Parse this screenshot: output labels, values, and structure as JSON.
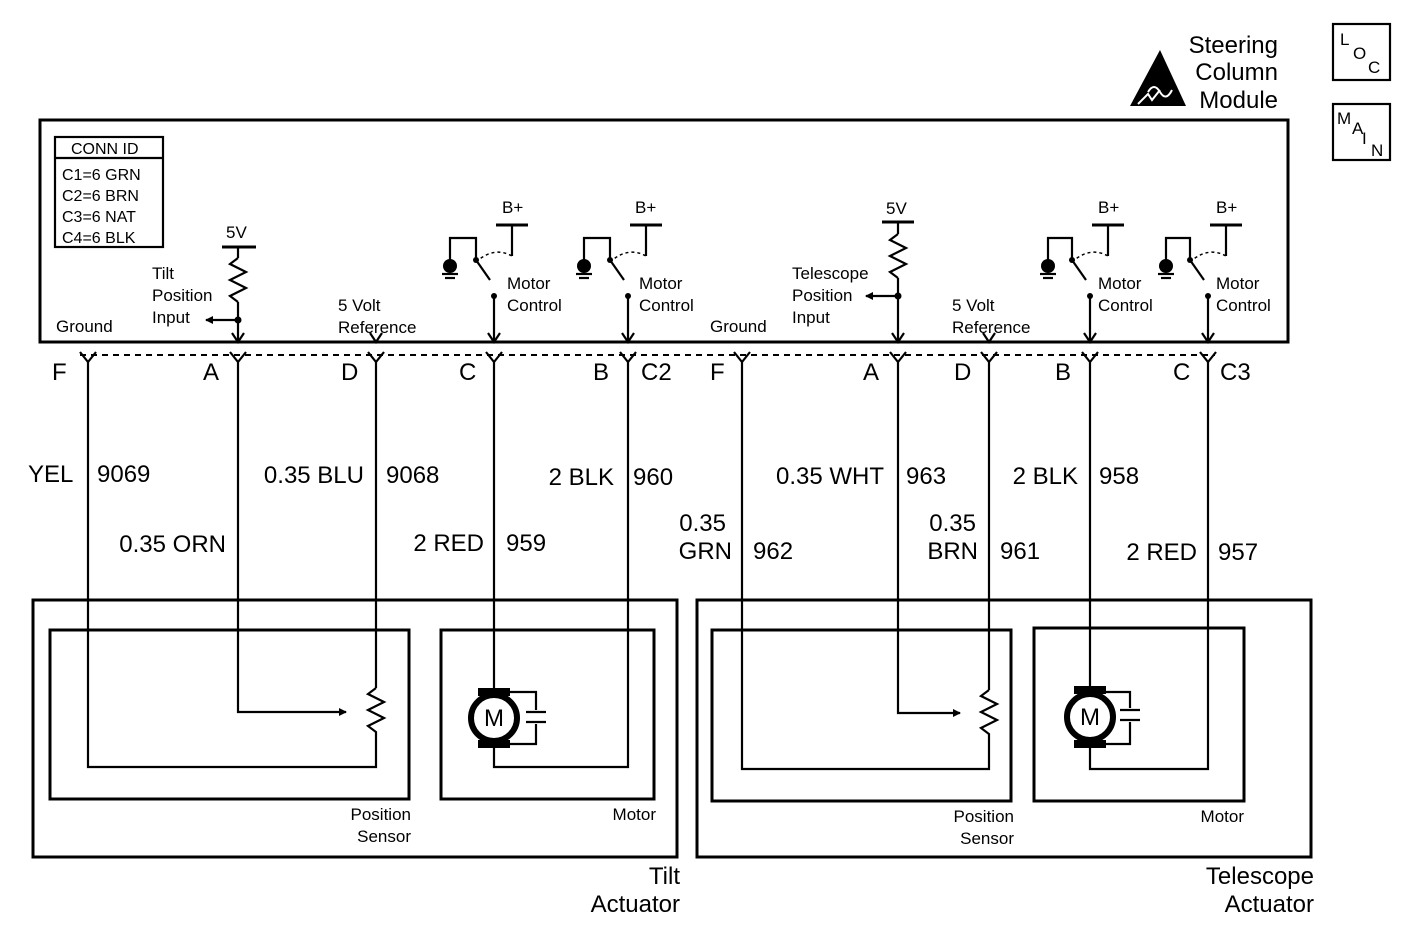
{
  "module": {
    "title_lines": [
      "Steering",
      "Column",
      "Module"
    ]
  },
  "loc_box": {
    "letters": [
      "L",
      "O",
      "C"
    ]
  },
  "main_box": {
    "letters": [
      "M",
      "A",
      "I",
      "N"
    ]
  },
  "conn_id": {
    "header": "CONN ID",
    "rows": [
      "C1=6 GRN",
      "C2=6 BRN",
      "C3=6 NAT",
      "C4=6 BLK"
    ]
  },
  "left": {
    "ground_label": "Ground",
    "tilt_input_lines": [
      "Tilt",
      "Position",
      "Input"
    ],
    "supply_5v": "5V",
    "ref_lines": [
      "5 Volt",
      "Reference"
    ],
    "bplus_1": "B+",
    "bplus_2": "B+",
    "motor_ctrl_1": [
      "Motor",
      "Control"
    ],
    "motor_ctrl_2": [
      "Motor",
      "Control"
    ],
    "pins": [
      "F",
      "A",
      "D",
      "C",
      "B"
    ],
    "connector": "C2",
    "wires": {
      "f": {
        "color": "YEL",
        "circuit": "9069"
      },
      "a": {
        "color": "0.35 ORN"
      },
      "d": {
        "color": "0.35 BLU",
        "circuit": "9068"
      },
      "c": {
        "color": "2 RED",
        "circuit": "959"
      },
      "b": {
        "color": "2 BLK",
        "circuit": "960"
      }
    },
    "sensor_label": [
      "Position",
      "Sensor"
    ],
    "motor_label": "Motor",
    "motor_symbol": "M",
    "actuator_label": [
      "Tilt",
      "Actuator"
    ]
  },
  "right": {
    "ground_label": "Ground",
    "tele_input_lines": [
      "Telescope",
      "Position",
      "Input"
    ],
    "supply_5v": "5V",
    "ref_lines": [
      "5 Volt",
      "Reference"
    ],
    "bplus_1": "B+",
    "bplus_2": "B+",
    "motor_ctrl_1": [
      "Motor",
      "Control"
    ],
    "motor_ctrl_2": [
      "Motor",
      "Control"
    ],
    "pins": [
      "F",
      "A",
      "D",
      "B",
      "C"
    ],
    "connector": "C3",
    "wires": {
      "f": {
        "color_lines": [
          "0.35",
          "GRN"
        ],
        "circuit": "962"
      },
      "a": {
        "color": "0.35 WHT",
        "circuit": "963"
      },
      "d": {
        "color_lines": [
          "0.35",
          "BRN"
        ],
        "circuit": "961"
      },
      "b": {
        "color": "2 BLK",
        "circuit": "958"
      },
      "c": {
        "color": "2 RED",
        "circuit": "957"
      }
    },
    "sensor_label": [
      "Position",
      "Sensor"
    ],
    "motor_label": "Motor",
    "motor_symbol": "M",
    "actuator_label": [
      "Telescope",
      "Actuator"
    ]
  }
}
